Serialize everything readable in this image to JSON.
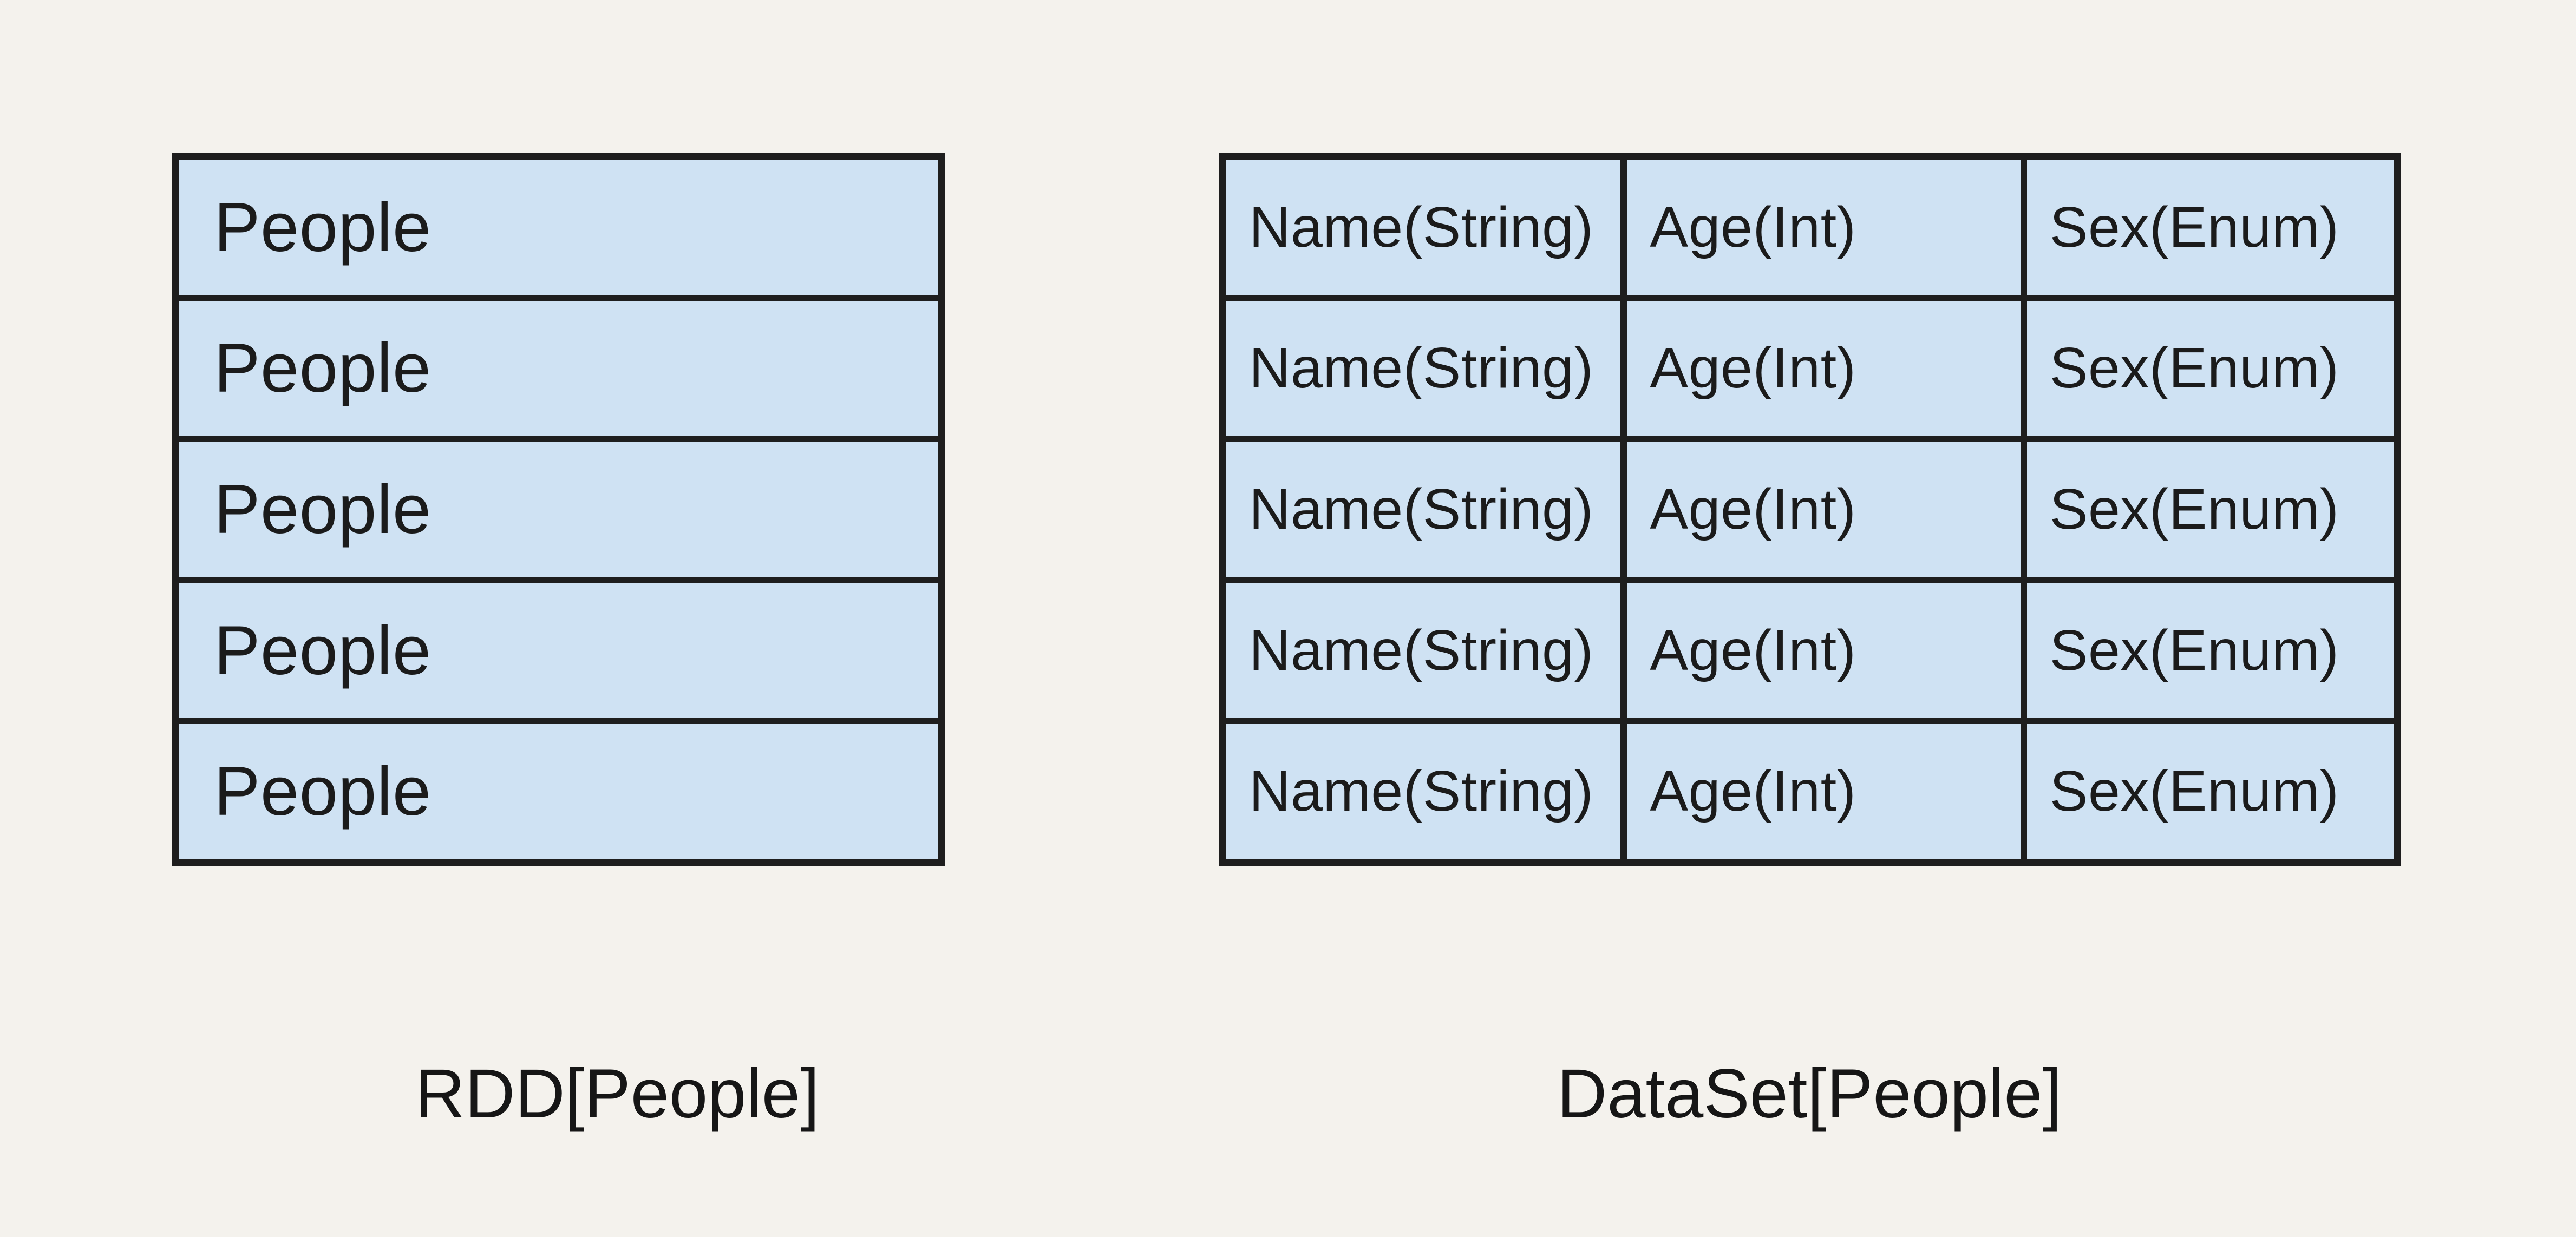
{
  "canvas": {
    "background_color": "#f4f2ed",
    "cell_fill_color": "#cfe2f3",
    "border_color": "#1e1e1e",
    "text_color": "#1b1b1b"
  },
  "rdd": {
    "caption": "RDD[People]",
    "rows": [
      "People",
      "People",
      "People",
      "People",
      "People"
    ]
  },
  "dataset": {
    "caption": "DataSet[People]",
    "columns": [
      "Name(String)",
      "Age(Int)",
      "Sex(Enum)"
    ],
    "rows": [
      [
        "Name(String)",
        "Age(Int)",
        "Sex(Enum)"
      ],
      [
        "Name(String)",
        "Age(Int)",
        "Sex(Enum)"
      ],
      [
        "Name(String)",
        "Age(Int)",
        "Sex(Enum)"
      ],
      [
        "Name(String)",
        "Age(Int)",
        "Sex(Enum)"
      ],
      [
        "Name(String)",
        "Age(Int)",
        "Sex(Enum)"
      ]
    ]
  }
}
